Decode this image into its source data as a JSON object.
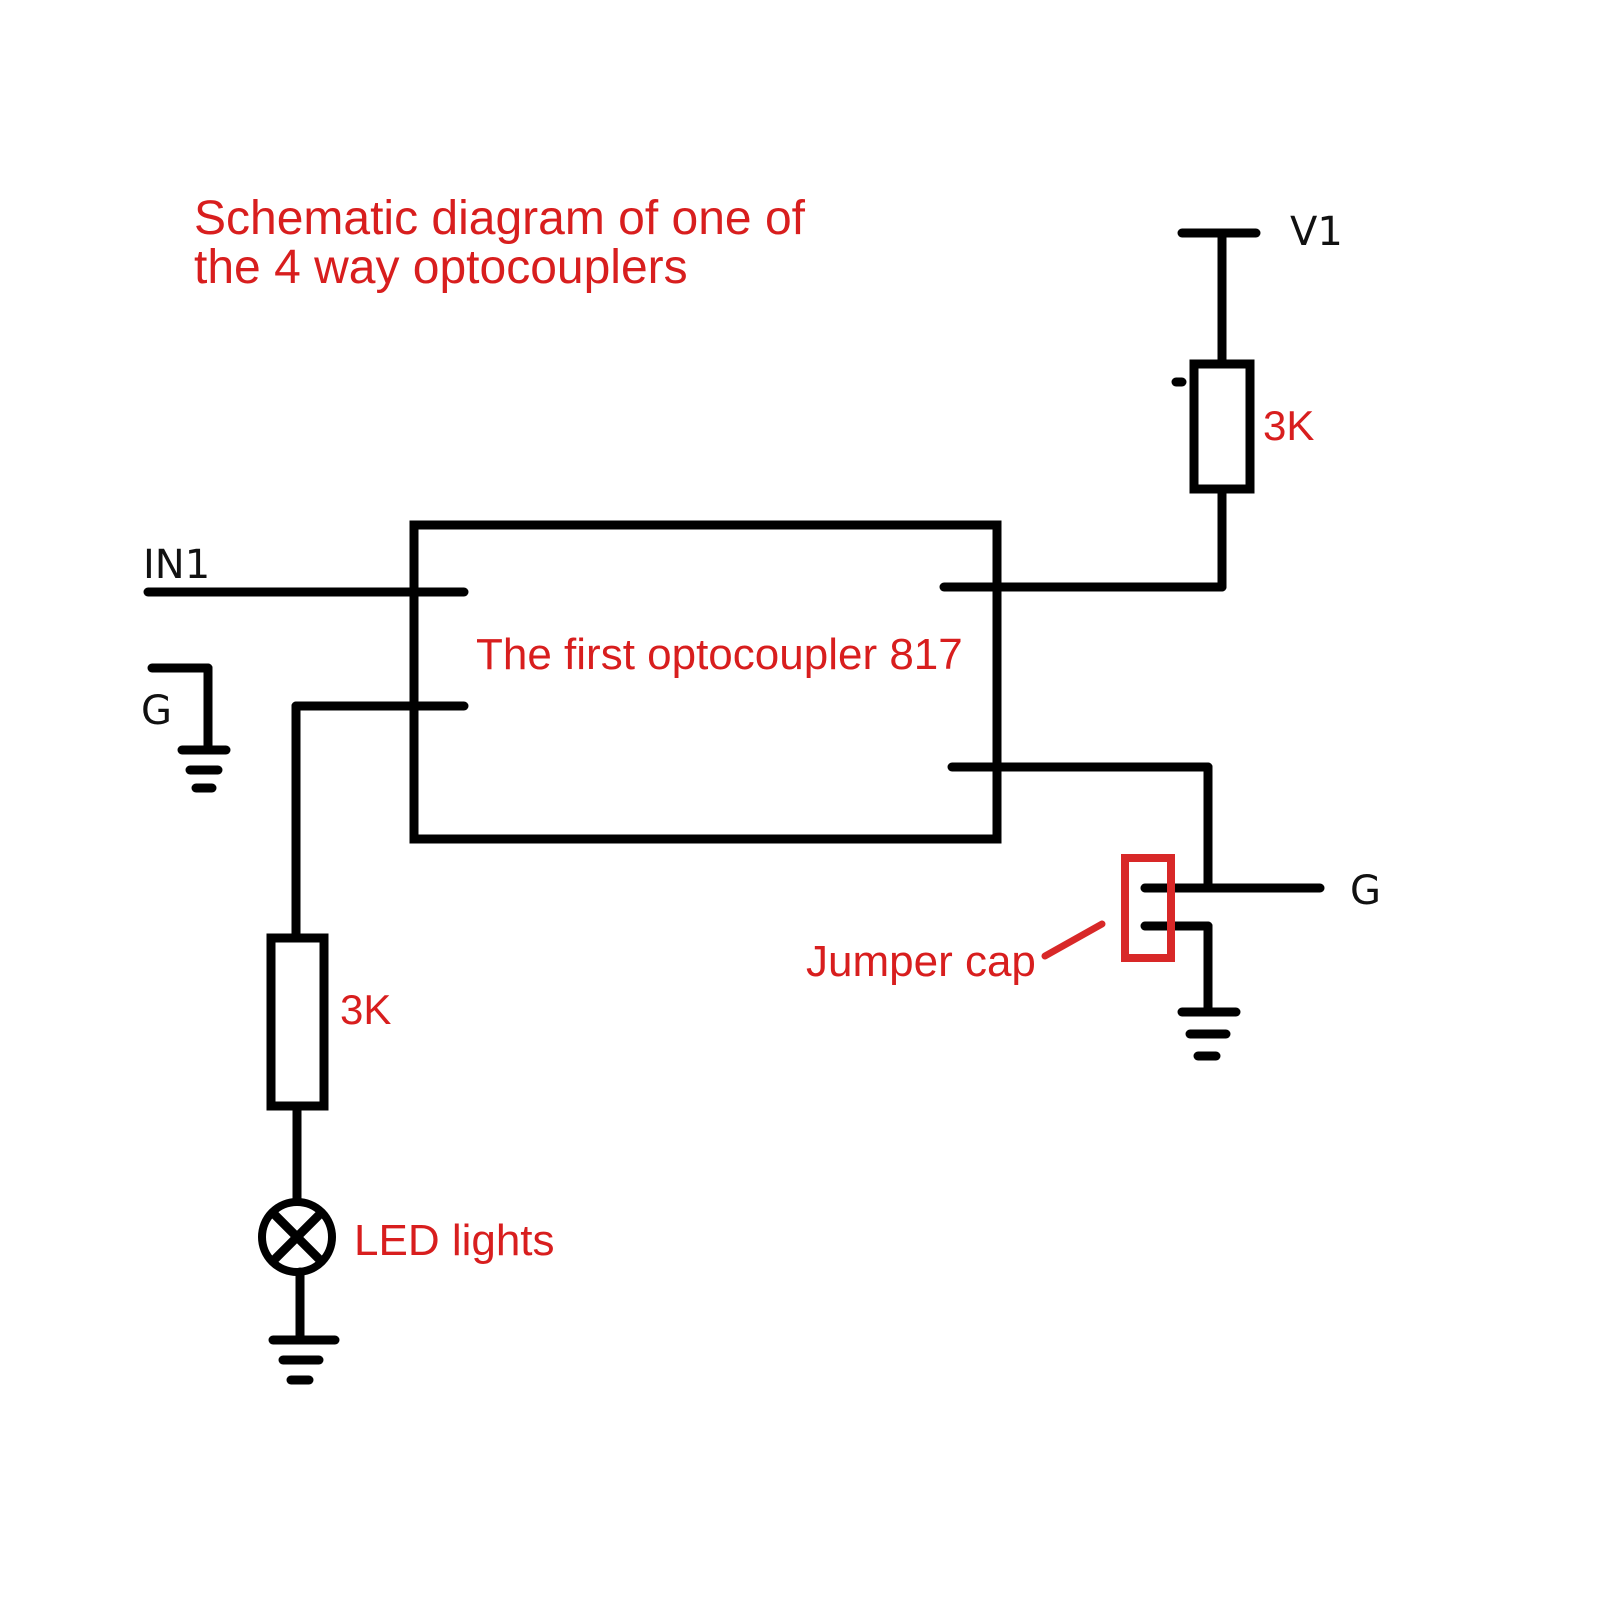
{
  "title": {
    "line1": "Schematic diagram of one of",
    "line2": "the 4 way optocouplers"
  },
  "labels": {
    "v1": "V1",
    "in1": "IN1",
    "ground_left": "G",
    "ground_right": "G",
    "resistor_top": "3K",
    "resistor_left": "3K",
    "optocoupler": "The first optocoupler 817",
    "jumper": "Jumper cap",
    "led": "LED lights"
  },
  "colors": {
    "annotation": "#d81e1e",
    "wire": "#000000",
    "jumper_outline": "#d82828"
  }
}
